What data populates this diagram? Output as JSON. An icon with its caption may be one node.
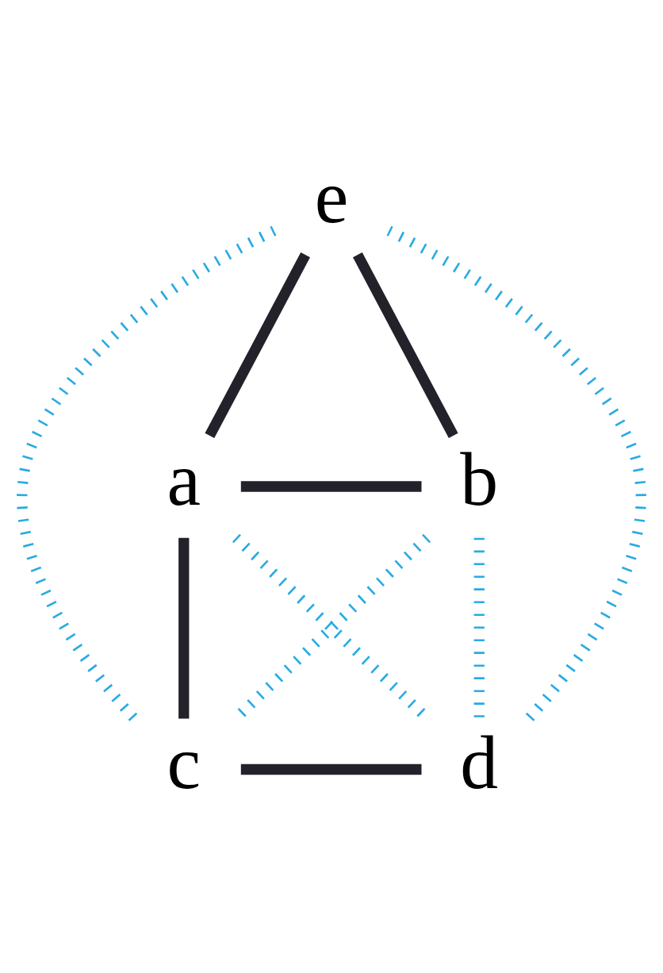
{
  "diagram": {
    "nodes": [
      {
        "text": [
          "e"
        ]
      },
      {
        "text": [
          "a"
        ]
      },
      {
        "text": [
          "b"
        ]
      },
      {
        "text": [
          "c"
        ]
      },
      {
        "text": [
          "d"
        ]
      }
    ],
    "edges": [
      {
        "from": 0,
        "to": 1,
        "arrow": "none"
      },
      {
        "from": 0,
        "to": 2,
        "arrow": "none"
      },
      {
        "from": 0,
        "to": 3,
        "arrow": "none",
        "style": "dashed",
        "color": "#29abe2"
      },
      {
        "from": 0,
        "to": 4,
        "arrow": "none",
        "style": "dashed",
        "color": "#29abe2"
      },
      {
        "from": 1,
        "to": 2,
        "arrow": "none"
      },
      {
        "from": 1,
        "to": 3,
        "arrow": "none"
      },
      {
        "from": 1,
        "to": 4,
        "arrow": "none",
        "style": "dashed",
        "color": "#29abe2"
      },
      {
        "from": 2,
        "to": 3,
        "arrow": "none",
        "style": "dashed",
        "color": "#29abe2"
      },
      {
        "from": 2,
        "to": 4,
        "arrow": "none",
        "style": "dashed",
        "color": "#29abe2"
      },
      {
        "from": 3,
        "to": 4,
        "arrow": "none"
      }
    ]
  }
}
